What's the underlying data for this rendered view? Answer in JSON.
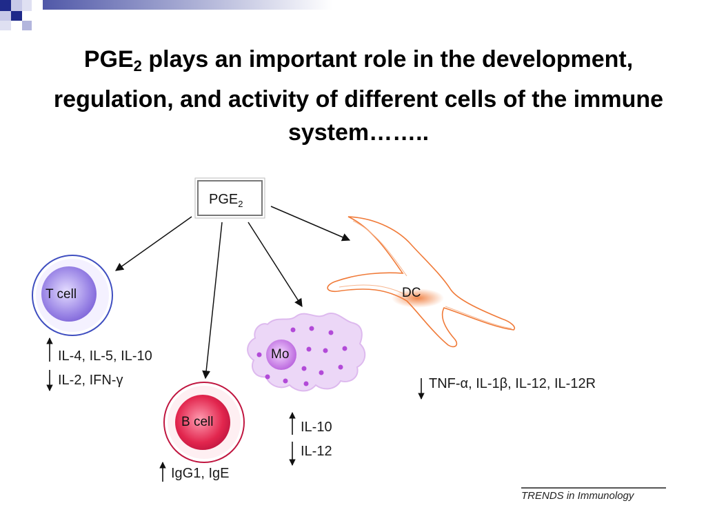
{
  "slide": {
    "title_prefix": "PGE",
    "title_sub": "2",
    "title_rest": " plays an important role in the development, regulation, and activity of different cells of the immune system……..",
    "source": "TRENDS in Immunology"
  },
  "diagram": {
    "center": {
      "prefix": "PGE",
      "sub": "2"
    },
    "cells": {
      "t_cell": "T cell",
      "b_cell": "B cell",
      "macrophage": "Mo",
      "dc": "DC"
    },
    "effects": {
      "t_cell_up": "IL-4, IL-5, IL-10",
      "t_cell_down": "IL-2, IFN-γ",
      "b_cell_up": "IgG1, IgE",
      "macrophage_up": "IL-10",
      "macrophage_down": "IL-12",
      "dc_down": "TNF-α, IL-1β, IL-12, IL-12R"
    },
    "colors": {
      "t_cell": "#9b86e6",
      "b_cell": "#e2264e",
      "macrophage": "#e5c7f2",
      "dc": "#f07a38"
    }
  }
}
